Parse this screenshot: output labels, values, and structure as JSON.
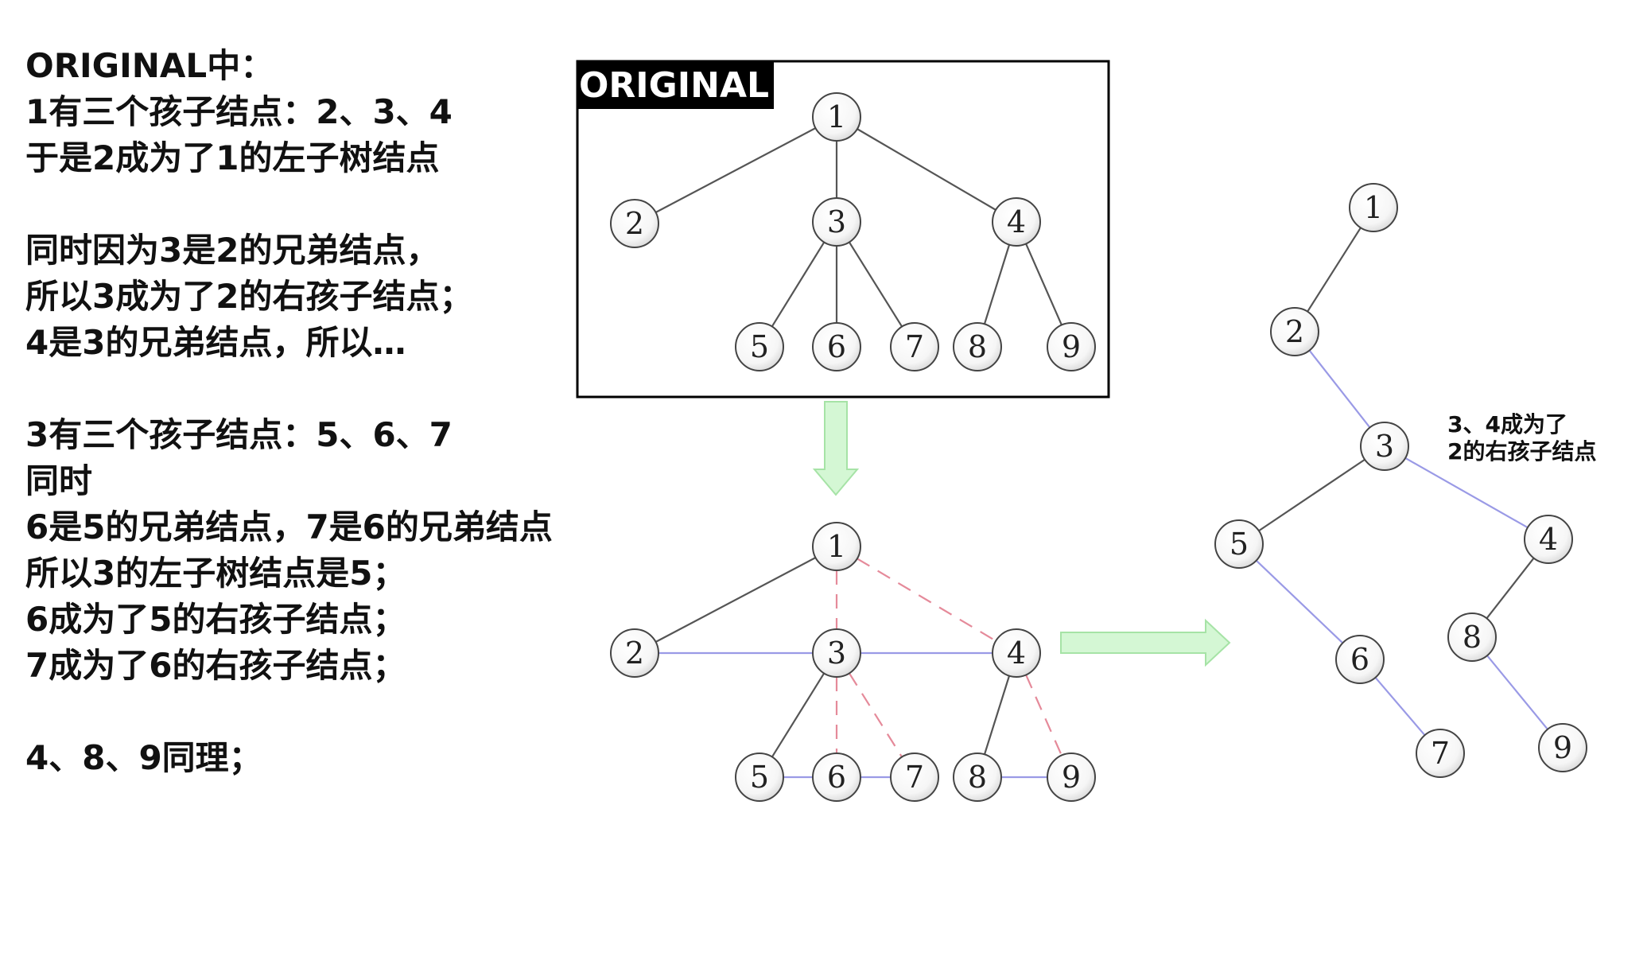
{
  "explanation": [
    "ORIGINAL中：",
    "1有三个孩子结点：2、3、4",
    "于是2成为了1的左子树结点",
    "",
    "同时因为3是2的兄弟结点，",
    "所以3成为了2的右孩子结点；",
    "4是3的兄弟结点，所以…",
    "",
    "3有三个孩子结点：5、6、7",
    "同时",
    "6是5的兄弟结点，7是6的兄弟结点",
    "所以3的左子树结点是5；",
    "6成为了5的右孩子结点；",
    "7成为了6的右孩子结点；",
    "",
    "4、8、9同理；"
  ],
  "original_tree": {
    "title": "ORIGINAL",
    "nodes": [
      "1",
      "2",
      "3",
      "4",
      "5",
      "6",
      "7",
      "8",
      "9"
    ],
    "edges": [
      [
        "1",
        "2"
      ],
      [
        "1",
        "3"
      ],
      [
        "1",
        "4"
      ],
      [
        "3",
        "5"
      ],
      [
        "3",
        "6"
      ],
      [
        "3",
        "7"
      ],
      [
        "4",
        "8"
      ],
      [
        "4",
        "9"
      ]
    ]
  },
  "intermediate_tree": {
    "nodes": [
      "1",
      "2",
      "3",
      "4",
      "5",
      "6",
      "7",
      "8",
      "9"
    ],
    "kept_edges": [
      [
        "1",
        "2"
      ],
      [
        "3",
        "5"
      ],
      [
        "4",
        "8"
      ]
    ],
    "removed_edges": [
      [
        "1",
        "3"
      ],
      [
        "1",
        "4"
      ],
      [
        "3",
        "6"
      ],
      [
        "3",
        "7"
      ],
      [
        "4",
        "9"
      ]
    ],
    "sibling_links": [
      [
        "2",
        "3"
      ],
      [
        "3",
        "4"
      ],
      [
        "5",
        "6"
      ],
      [
        "6",
        "7"
      ],
      [
        "8",
        "9"
      ]
    ]
  },
  "binary_tree": {
    "nodes": [
      "1",
      "2",
      "3",
      "4",
      "5",
      "6",
      "7",
      "8",
      "9"
    ],
    "left_edges": [
      [
        "1",
        "2"
      ],
      [
        "3",
        "5"
      ],
      [
        "4",
        "8"
      ]
    ],
    "right_edges": [
      [
        "2",
        "3"
      ],
      [
        "3",
        "4"
      ],
      [
        "5",
        "6"
      ],
      [
        "6",
        "7"
      ],
      [
        "8",
        "9"
      ]
    ],
    "annotation": [
      "3、4成为了",
      "2的右孩子结点"
    ]
  },
  "colors": {
    "tree_edge": "#555555",
    "sibling_link": "#9a9ae6",
    "removed_edge": "#e58a9a",
    "arrow_fill": "#d4f7d4",
    "arrow_stroke": "#a6e3a6",
    "node_stroke": "#444444"
  }
}
